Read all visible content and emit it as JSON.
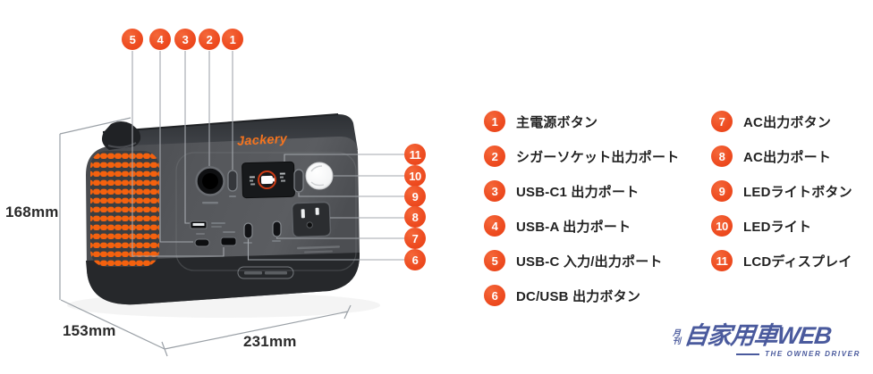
{
  "product": {
    "brand_logo": "Jackery",
    "callouts_top": [
      "5",
      "4",
      "3",
      "2",
      "1"
    ],
    "callouts_right": [
      "11",
      "10",
      "9",
      "8",
      "7",
      "6"
    ]
  },
  "dimensions": {
    "height_label": "168mm",
    "depth_label": "153mm",
    "width_label": "231mm"
  },
  "legend": {
    "column1": [
      {
        "num": "1",
        "label": "主電源ボタン"
      },
      {
        "num": "2",
        "label": "シガーソケット出力ポート"
      },
      {
        "num": "3",
        "label": "USB-C1 出力ポート"
      },
      {
        "num": "4",
        "label": "USB-A 出力ポート"
      },
      {
        "num": "5",
        "label": "USB-C 入力/出力ポート"
      },
      {
        "num": "6",
        "label": "DC/USB 出力ボタン"
      }
    ],
    "column2": [
      {
        "num": "7",
        "label": "AC出力ボタン"
      },
      {
        "num": "8",
        "label": "AC出力ポート"
      },
      {
        "num": "9",
        "label": "LEDライトボタン"
      },
      {
        "num": "10",
        "label": "LEDライト"
      },
      {
        "num": "11",
        "label": "LCDディスプレイ"
      }
    ]
  },
  "footer_logo": {
    "magazine_prefix_top": "月",
    "magazine_prefix_bottom": "刊",
    "title": "自家用車WEB",
    "tagline": "THE OWNER DRIVER"
  },
  "colors": {
    "callout_orange": "#EE4D22",
    "product_orange": "#F4610E",
    "brand_orange": "#F4741F",
    "logo_blue": "#4A5A9D",
    "text_dark": "#232323",
    "line_gray": "#9AA0A6"
  }
}
